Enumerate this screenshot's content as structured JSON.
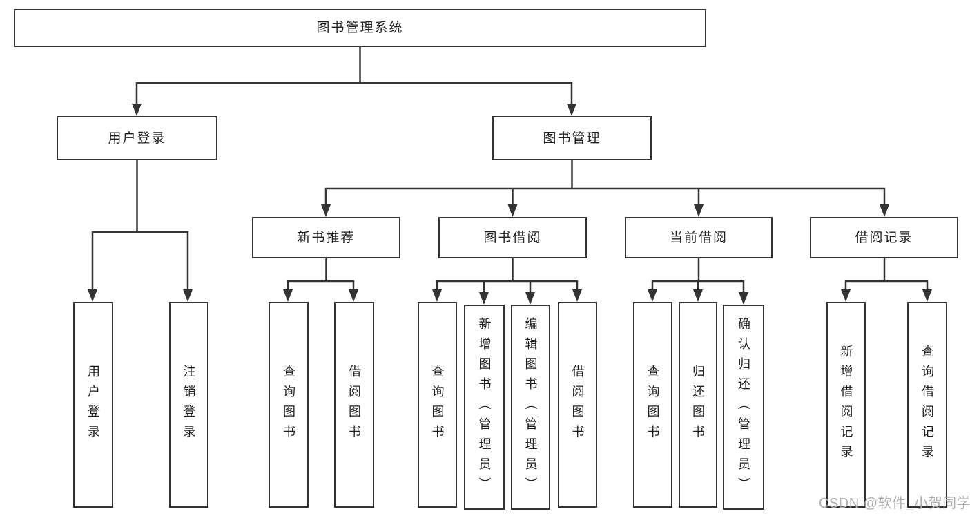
{
  "nodes": {
    "root": "图书管理系统",
    "user_login": "用户登录",
    "book_mgmt": "图书管理",
    "new_book_rec": "新书推荐",
    "book_borrow": "图书借阅",
    "current_borrow": "当前借阅",
    "borrow_records": "借阅记录",
    "leaves": {
      "user_login": [
        "用户登录",
        "注销登录"
      ],
      "new_book_rec": [
        "查询图书",
        "借阅图书"
      ],
      "book_borrow": [
        "查询图书",
        "新增图书（管理员）",
        "编辑图书（管理员）",
        "借阅图书"
      ],
      "current_borrow": [
        "查询图书",
        "归还图书",
        "确认归还（管理员）"
      ],
      "borrow_records": [
        "新增借阅记录",
        "查询借阅记录"
      ]
    }
  },
  "watermark": "CSDN @软件_小贺同学",
  "colors": {
    "line": "#333333",
    "box_border": "#333333",
    "text": "#1f1f1f",
    "watermark": "#aeaeae",
    "background": "#ffffff"
  }
}
